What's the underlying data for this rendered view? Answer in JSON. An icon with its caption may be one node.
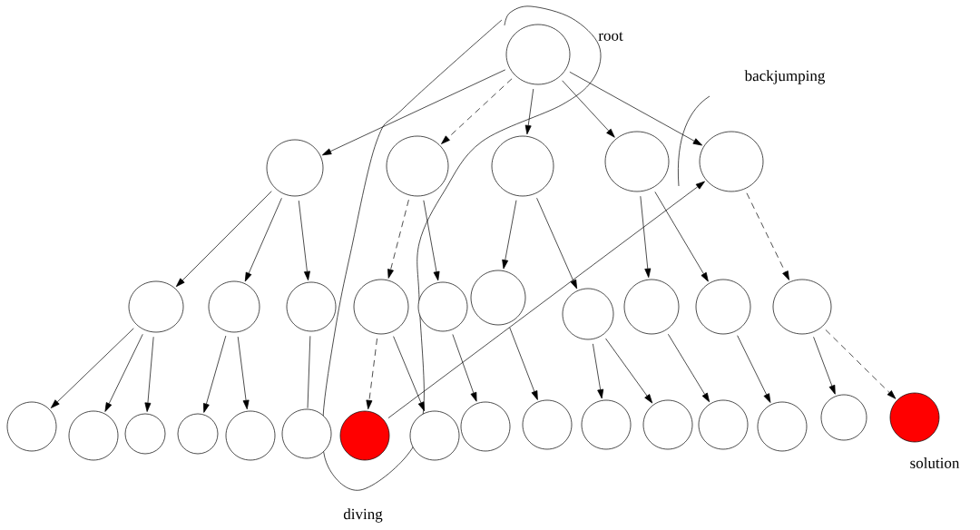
{
  "diagram": {
    "nodes": [
      {
        "text": [],
        "shape": "circle",
        "beside": [
          "root"
        ]
      },
      {
        "text": [],
        "shape": "circle"
      },
      {
        "text": [],
        "shape": "circle"
      },
      {
        "text": [],
        "shape": "circle"
      },
      {
        "text": [],
        "shape": "circle"
      },
      {
        "text": [],
        "shape": "circle"
      },
      {
        "text": [],
        "shape": "circle"
      },
      {
        "text": [],
        "shape": "circle"
      },
      {
        "text": [],
        "shape": "circle"
      },
      {
        "text": [],
        "shape": "circle"
      },
      {
        "text": [],
        "shape": "circle"
      },
      {
        "text": [],
        "shape": "circle"
      },
      {
        "text": [],
        "shape": "circle"
      },
      {
        "text": [],
        "shape": "circle"
      },
      {
        "text": [],
        "shape": "circle"
      },
      {
        "text": [],
        "shape": "circle"
      },
      {
        "text": [],
        "shape": "circle"
      },
      {
        "text": [],
        "shape": "circle"
      },
      {
        "text": [],
        "shape": "circle"
      },
      {
        "text": [],
        "shape": "circle"
      },
      {
        "text": [],
        "shape": "circle"
      },
      {
        "text": [],
        "shape": "circle"
      },
      {
        "text": [],
        "shape": "circle"
      },
      {
        "text": [],
        "shape": "circle"
      },
      {
        "text": [],
        "shape": "circle"
      },
      {
        "text": [],
        "shape": "circle"
      },
      {
        "text": [],
        "shape": "circle"
      },
      {
        "text": [],
        "shape": "circle"
      },
      {
        "text": [],
        "shape": "circle"
      },
      {
        "text": [],
        "shape": "circle"
      },
      {
        "text": [],
        "shape": "circle"
      },
      {
        "text": [],
        "shape": "circle",
        "beside": [
          "solution"
        ]
      }
    ],
    "edges": [
      {
        "from": 0,
        "to": 1,
        "arrow": "to"
      },
      {
        "from": 0,
        "to": 2,
        "arrow": "to",
        "style": "dashed"
      },
      {
        "from": 0,
        "to": 3,
        "arrow": "to"
      },
      {
        "from": 0,
        "to": 4,
        "arrow": "to"
      },
      {
        "from": 0,
        "to": 5,
        "arrow": "to"
      },
      {
        "from": 1,
        "to": 6,
        "arrow": "to"
      },
      {
        "from": 1,
        "to": 7,
        "arrow": "to"
      },
      {
        "from": 1,
        "to": 8,
        "arrow": "to"
      },
      {
        "from": 2,
        "to": 9,
        "arrow": "to",
        "style": "dashed"
      },
      {
        "from": 2,
        "to": 10,
        "arrow": "to"
      },
      {
        "from": 3,
        "to": 11,
        "arrow": "to"
      },
      {
        "from": 3,
        "to": 12,
        "arrow": "to"
      },
      {
        "from": 4,
        "to": 13,
        "arrow": "to"
      },
      {
        "from": 4,
        "to": 14,
        "arrow": "to"
      },
      {
        "from": 5,
        "to": 15,
        "arrow": "to",
        "style": "dashed"
      },
      {
        "from": 6,
        "to": 16,
        "arrow": "to"
      },
      {
        "from": 6,
        "to": 17,
        "arrow": "to"
      },
      {
        "from": 6,
        "to": 18,
        "arrow": "to"
      },
      {
        "from": 7,
        "to": 19,
        "arrow": "to"
      },
      {
        "from": 7,
        "to": 20,
        "arrow": "to"
      },
      {
        "from": 8,
        "to": 21,
        "arrow": "none"
      },
      {
        "from": 9,
        "to": 22,
        "arrow": "to",
        "style": "dashed"
      },
      {
        "from": 9,
        "to": 23,
        "arrow": "to"
      },
      {
        "from": 10,
        "to": 24,
        "arrow": "to"
      },
      {
        "from": 11,
        "to": 25,
        "arrow": "to"
      },
      {
        "from": 12,
        "to": 26,
        "arrow": "to"
      },
      {
        "from": 12,
        "to": 27,
        "arrow": "to"
      },
      {
        "from": 13,
        "to": 28,
        "arrow": "to"
      },
      {
        "from": 14,
        "to": 29,
        "arrow": "to"
      },
      {
        "from": 15,
        "to": 30,
        "arrow": "to"
      },
      {
        "from": 15,
        "to": 31,
        "arrow": "to",
        "style": "dashed"
      },
      {
        "from": 22,
        "to": 5,
        "arrow": "to"
      }
    ],
    "labels": [
      "backjumping",
      "diving"
    ]
  }
}
